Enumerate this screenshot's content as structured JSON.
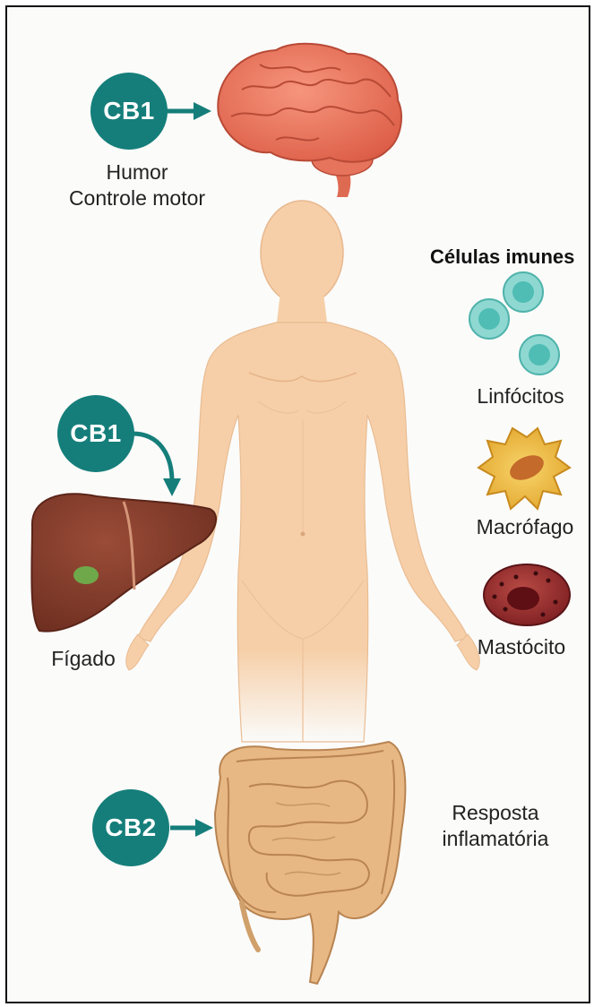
{
  "brain": {
    "receptor": "CB1",
    "label_line1": "Humor",
    "label_line2": "Controle motor"
  },
  "liver": {
    "receptor": "CB1",
    "label": "Fígado"
  },
  "intestine": {
    "receptor": "CB2",
    "label_line1": "Resposta",
    "label_line2": "inflamatória"
  },
  "immune_cells": {
    "heading": "Células imunes",
    "lymphocytes": "Linfócitos",
    "macrophage": "Macrófago",
    "mast_cell": "Mastócito"
  },
  "colors": {
    "badge": "#157e7a",
    "arrow": "#157e7a",
    "skin": "#f6cfa8",
    "brain": "#ee7a62",
    "liver": "#7d3a2a",
    "intestine": "#e3b27e"
  }
}
